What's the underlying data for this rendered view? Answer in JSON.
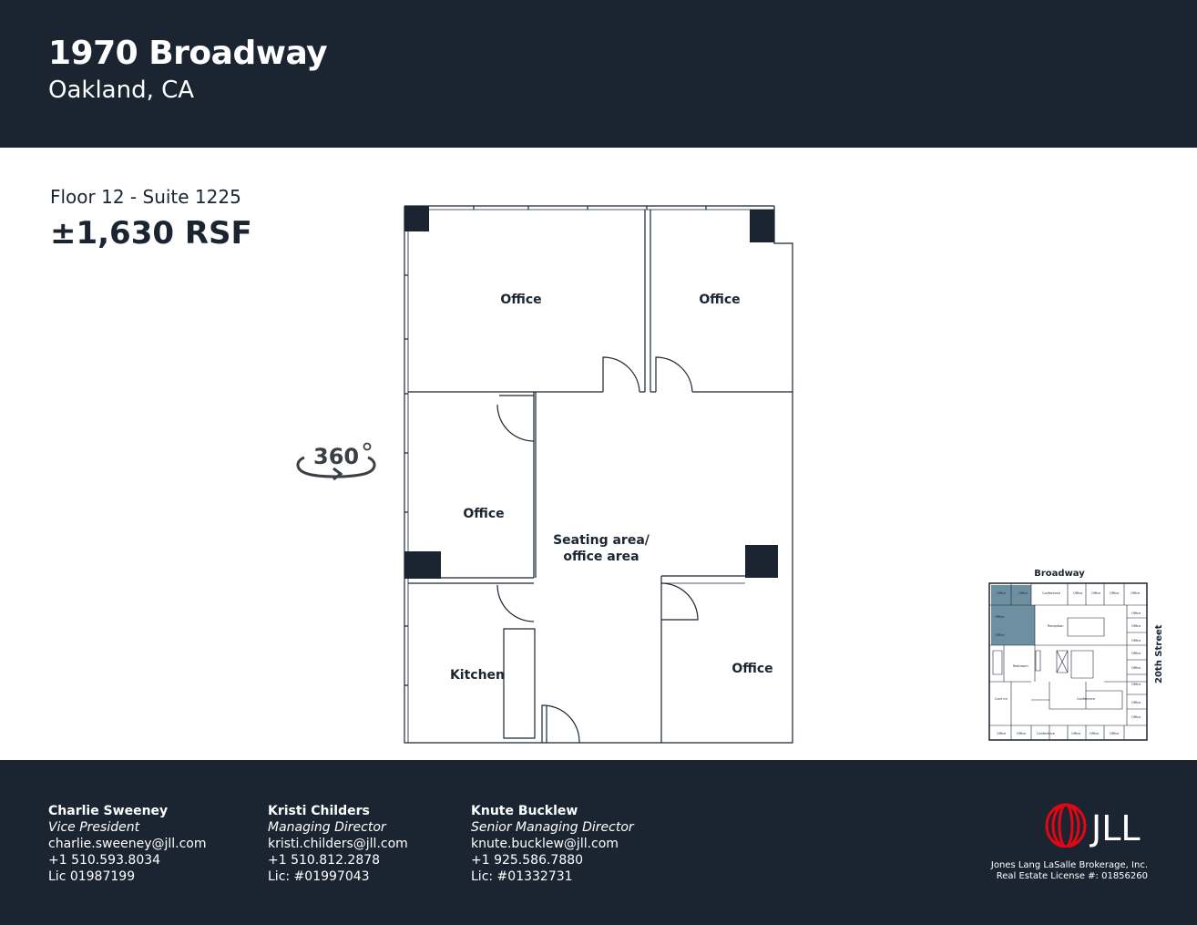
{
  "header": {
    "title": "1970 Broadway",
    "subtitle": "Oakland, CA"
  },
  "suite": {
    "floor_suite": "Floor 12 - Suite 1225",
    "area": "±1,630 RSF"
  },
  "tour": {
    "label": "360°",
    "icon": "360-tour-icon"
  },
  "floorplan": {
    "rooms": [
      "Office",
      "Office",
      "Office",
      "Seating area/",
      "office area",
      "Kitchen",
      "Office"
    ]
  },
  "keyplan": {
    "street_top": "Broadway",
    "street_right": "20th Street",
    "highlight_color": "#6d8fa0"
  },
  "contacts": [
    {
      "name": "Charlie Sweeney",
      "title": "Vice President",
      "email": "charlie.sweeney@jll.com",
      "phone": "+1 510.593.8034",
      "license": "Lic 01987199"
    },
    {
      "name": "Kristi Childers",
      "title": "Managing Director",
      "email": "kristi.childers@jll.com",
      "phone": "+1 510.812.2878",
      "license": "Lic: #01997043"
    },
    {
      "name": "Knute Bucklew",
      "title": "Senior Managing Director",
      "email": "knute.bucklew@jll.com",
      "phone": "+1 925.586.7880",
      "license": "Lic: #01332731"
    }
  ],
  "brand": {
    "logo_text": "JLL",
    "company_line": "Jones Lang LaSalle Brokerage, Inc.",
    "license_line": "Real Estate License #: 01856260",
    "logo_color": "#e30613",
    "navy": "#1b2532"
  }
}
